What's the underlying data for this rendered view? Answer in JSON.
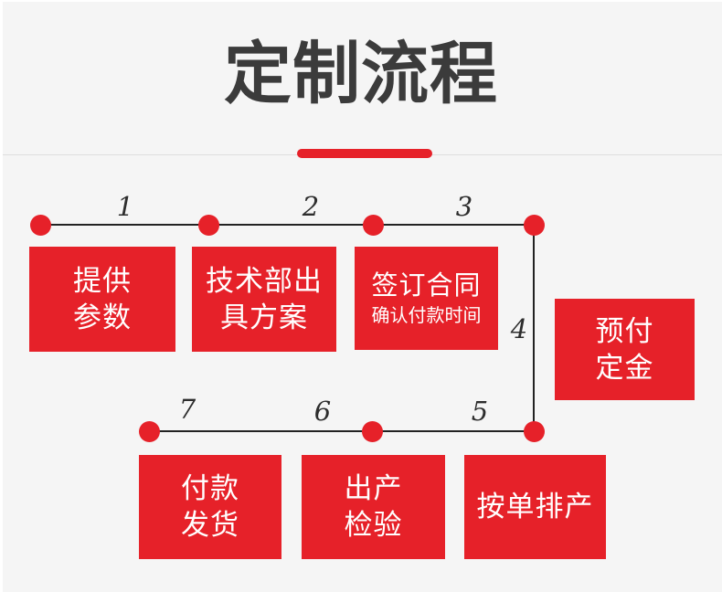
{
  "header": {
    "title": "定制流程"
  },
  "colors": {
    "accent_red": "#e62129",
    "connector_black": "#222222",
    "title_color": "#3b3b3b",
    "background": "#f5f5f5",
    "box_text": "#ffffff"
  },
  "flow": {
    "step_numbers": [
      "1",
      "2",
      "3",
      "4",
      "5",
      "6",
      "7"
    ],
    "boxes": [
      {
        "name": "provide-parameters",
        "lines": [
          "提供",
          "参数"
        ]
      },
      {
        "name": "tech-dept-plan",
        "lines": [
          "技术部出",
          "具方案"
        ]
      },
      {
        "name": "sign-contract",
        "lines": [
          "签订合同"
        ],
        "subline": "确认付款时间"
      },
      {
        "name": "prepay-deposit",
        "lines": [
          "预付",
          "定金"
        ]
      },
      {
        "name": "schedule-production",
        "lines": [
          "按单排产"
        ]
      },
      {
        "name": "production-inspection",
        "lines": [
          "出产",
          "检验"
        ]
      },
      {
        "name": "payment-shipping",
        "lines": [
          "付款",
          "发货"
        ]
      }
    ]
  }
}
